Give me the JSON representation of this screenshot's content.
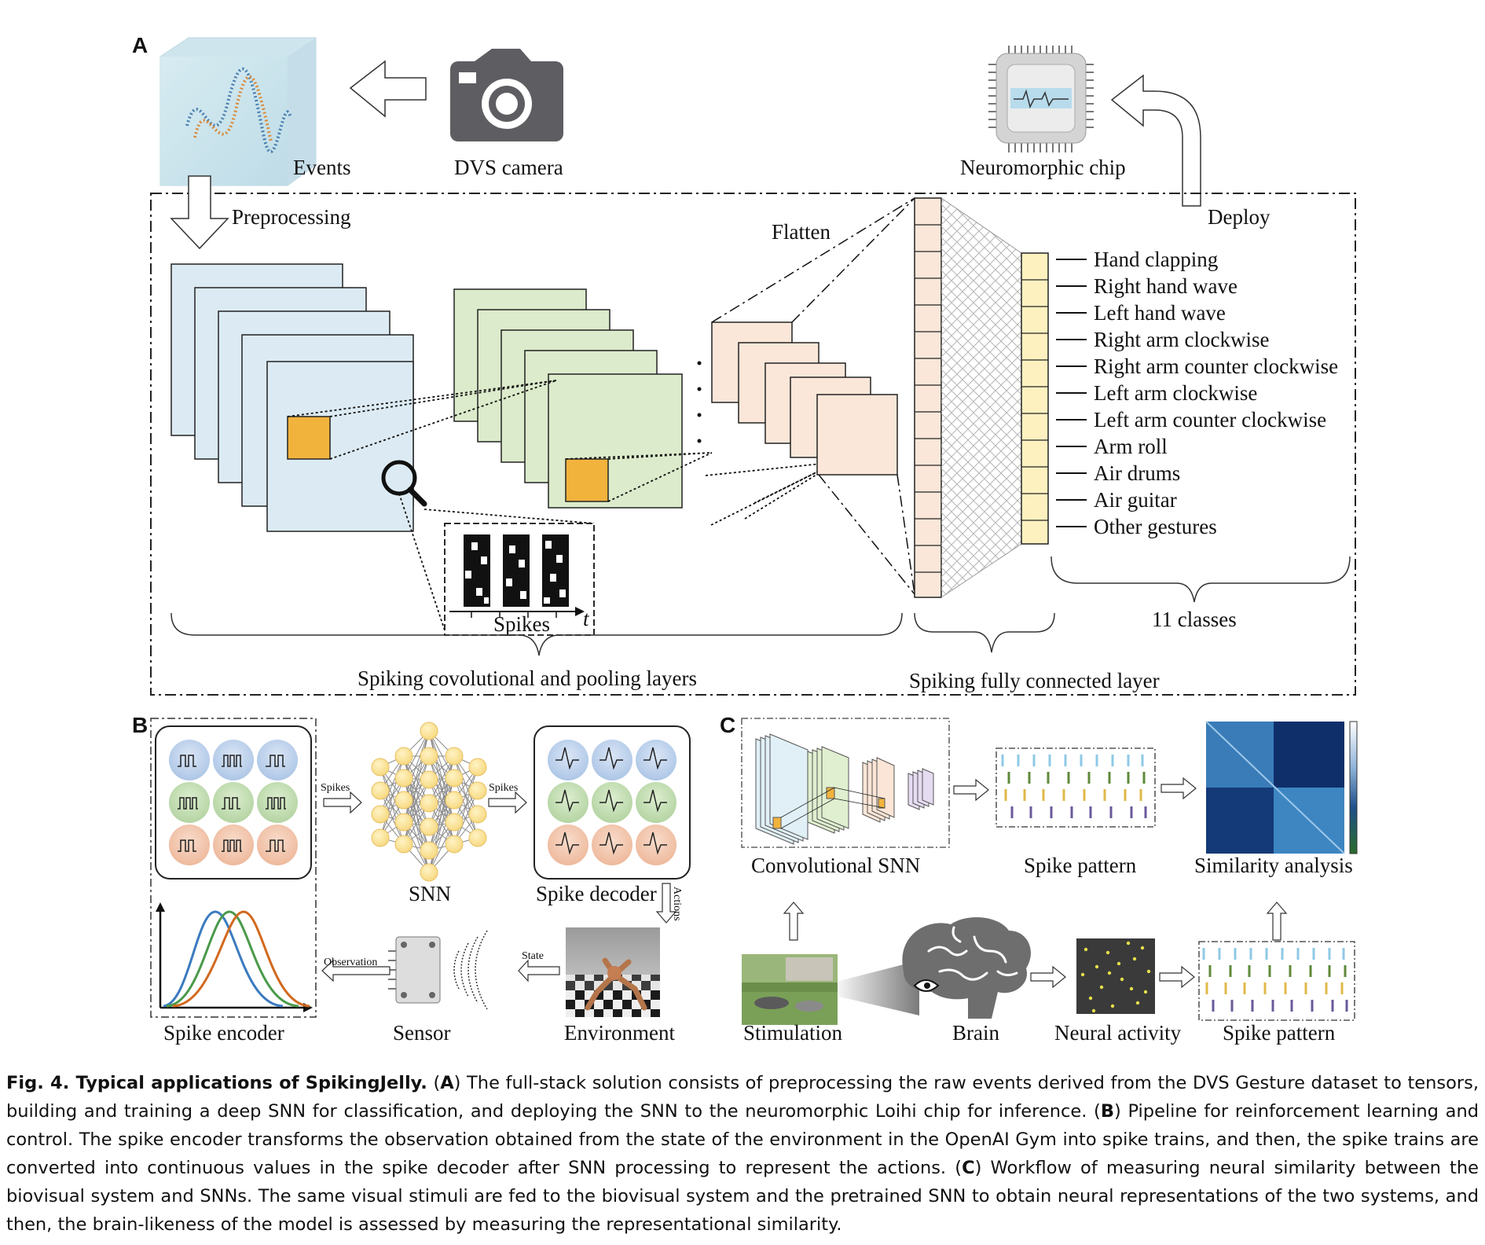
{
  "panel_a": {
    "letter": "A",
    "events_label": "Events",
    "camera_label": "DVS camera",
    "chip_label": "Neuromorphic chip",
    "preprocessing_label": "Preprocessing",
    "deploy_label": "Deploy",
    "flatten_label": "Flatten",
    "spikes_label": "Spikes",
    "time_label": "t",
    "conv_layers_label": "Spiking covolutional and pooling layers",
    "fc_layer_label": "Spiking fully connected layer",
    "classes_label": "11 classes",
    "classes": [
      "Hand clapping",
      "Right hand wave",
      "Left hand wave",
      "Right arm clockwise",
      "Right arm counter clockwise",
      "Left arm clockwise",
      "Left arm counter clockwise",
      "Arm roll",
      "Air drums",
      "Air guitar",
      "Other gestures"
    ]
  },
  "panel_b": {
    "letter": "B",
    "snn_label": "SNN",
    "spike_decoder_label": "Spike decoder",
    "spike_encoder_label": "Spike encoder",
    "sensor_label": "Sensor",
    "environment_label": "Environment",
    "spikes_arrow_1": "Spikes",
    "spikes_arrow_2": "Spikes",
    "actions_arrow": "Actions",
    "state_arrow": "State",
    "observation_arrow": "Observation"
  },
  "panel_c": {
    "letter": "C",
    "conv_snn_label": "Convolutional SNN",
    "spike_pattern_top_label": "Spike pattern",
    "similarity_label": "Similarity analysis",
    "stimulation_label": "Stimulation",
    "brain_label": "Brain",
    "neural_activity_label": "Neural activity",
    "spike_pattern_bottom_label": "Spike pattern"
  },
  "caption": {
    "title": "Fig. 4. Typical applications of SpikingJelly.",
    "a_letter": "A",
    "a_text": ") The full-stack solution consists of preprocessing the raw events derived from the DVS Gesture dataset to tensors, building and training a deep SNN for classification, and deploying the SNN to the neuromorphic Loihi chip for inference. (",
    "b_letter": "B",
    "b_text": ") Pipeline for reinforcement learning and control. The spike encoder transforms the observation obtained from the state of the environment in the OpenAI Gym into spike trains, and then, the spike trains are converted into continuous values in the spike decoder after SNN processing to represent the actions. (",
    "c_letter": "C",
    "c_text": ") Workflow of measuring neural similarity between the biovisual system and SNNs. The same visual stimuli are fed to the biovisual system and the pretrained SNN to obtain neural representations of the two systems, and then, the brain-likeness of the model is assessed by measuring the representational similarity."
  },
  "colors": {
    "light_blue": "#dcebf3",
    "light_green": "#dcebcb",
    "peach": "#fbe7d9",
    "kernel_orange": "#f2b33d",
    "fc_yellow": "#fdf1c0",
    "camera_gray": "#5e5e62",
    "similarity_blue": "#1a5a94"
  }
}
